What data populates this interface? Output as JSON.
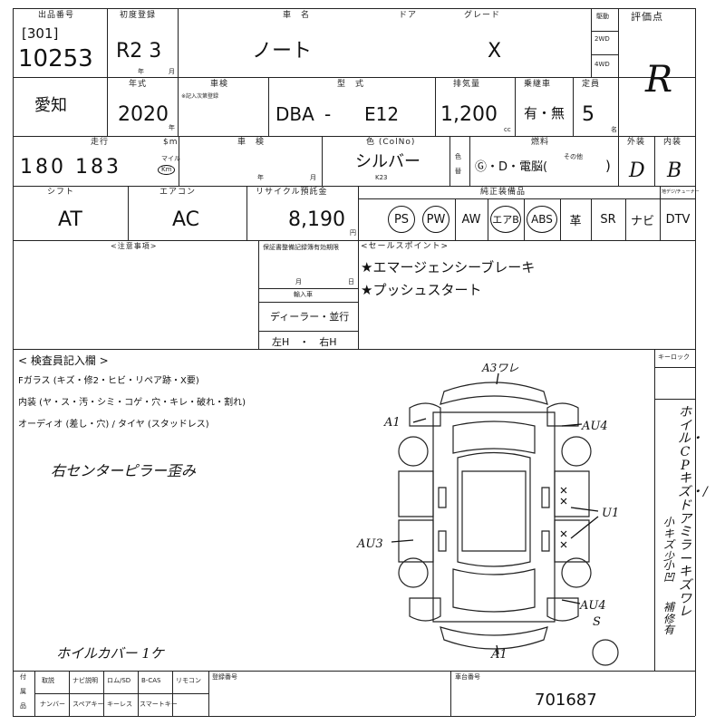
{
  "header": {
    "lot_label": "出品番号",
    "lot_box": "[301]",
    "lot_number": "10253",
    "first_reg_label": "初度登録",
    "first_reg_value": "R2  3",
    "year_unit": "年",
    "month_unit": "月",
    "car_name_label": "車　名",
    "door_label": "ドア",
    "car_name": "ノート",
    "grade_label": "グレード",
    "grade": "X",
    "drive_label": "駆動",
    "drive_2wd": "2WD",
    "drive_4wd": "4WD",
    "score_label": "評価点",
    "score": "R"
  },
  "row2": {
    "region": "愛知",
    "model_year_label": "年式",
    "model_year": "2020",
    "model_year_unit": "年",
    "inspection_label": "車検",
    "inspection_note": "※記入次第登録",
    "type_label": "型　式",
    "type_prefix": "DBA",
    "type_dash": "-",
    "type_code": "E12",
    "displacement_label": "排気量",
    "displacement": "1,200",
    "cc": "cc",
    "recycle_label": "乗継車",
    "recycle_value": "有・無",
    "capacity_label": "定員",
    "capacity": "5",
    "capacity_unit": "名"
  },
  "row3": {
    "mileage_label": "走行",
    "mileage_unit_label": "$m",
    "mileage": "180 183",
    "mileage_mile": "マイル",
    "mileage_km": "Km",
    "vehicle_label": "車　検",
    "year_unit": "年",
    "month_unit": "月",
    "color_label": "色 (ColNo)",
    "color": "シルバー",
    "color_code": "K23",
    "color_change_label1": "色",
    "color_change_label2": "替",
    "fuel_label": "燃料",
    "fuel_value": "Ⓖ・D・電脳(",
    "fuel_other": "その他",
    "fuel_close": ")",
    "exterior_label": "外装",
    "exterior": "D",
    "interior_label": "内装",
    "interior": "B"
  },
  "row4": {
    "shift_label": "シフト",
    "shift": "AT",
    "aircon_label": "エアコン",
    "aircon": "AC",
    "recycle_fee_label": "リサイクル預託金",
    "recycle_fee": "8,190",
    "yen": "円",
    "equipment_label": "純正装備品",
    "dtv_label": "地デジ/チューナー",
    "equipment": [
      "PS",
      "PW",
      "AW",
      "エアB",
      "ABS",
      "革",
      "SR",
      "ナビ",
      "DTV"
    ]
  },
  "notes": {
    "caution_label": "<注意事項>",
    "warranty_label": "保証書整備記録簿有効期限",
    "month": "月",
    "day": "日",
    "imported_label": "輸入車",
    "dealer": "ディーラー・並行",
    "steering": "左H　・　右H",
    "sales_label": "<セールスポイント>",
    "sales_points": [
      "★エマージェンシーブレーキ",
      "★プッシュスタート"
    ]
  },
  "inspection": {
    "title": "< 検査員記入欄 >",
    "line1": "Fガラス (キズ・修2・ヒビ・リペア跡・X要)",
    "line2": "内装 (ヤ・ス・汚・シミ・コゲ・穴・キレ・破れ・割れ)",
    "line3": "オーディオ (差し・穴) / タイヤ (スタッドレス)",
    "handwritten1": "右センターピラー歪み",
    "handwritten2": "ホイルカバー 1ケ",
    "keyless": "キーロック",
    "side_text": "ホイル・CPキズ・/ドアミラーキズワレ",
    "side_text2": "小キズ少",
    "side_text3": "小凹",
    "side_text4": "補修有"
  },
  "diagram": {
    "a3": "A3ワレ",
    "a1_top": "A1",
    "au4_top": "AU4",
    "u1": "U1",
    "au3": "AU3",
    "au4_bottom": "AU4",
    "s": "S",
    "a1_bottom": "A1"
  },
  "footer": {
    "cells": [
      "取説",
      "ナビ説明",
      "ロム/SD",
      "B-CAS",
      "リモコン",
      "ナンバー",
      "スペアキー",
      "キーレス",
      "スマートキー"
    ],
    "reg_label": "登録番号",
    "vin_label": "車台番号",
    "vin": "701687",
    "side_label1": "付",
    "side_label2": "属",
    "side_label3": "品"
  }
}
